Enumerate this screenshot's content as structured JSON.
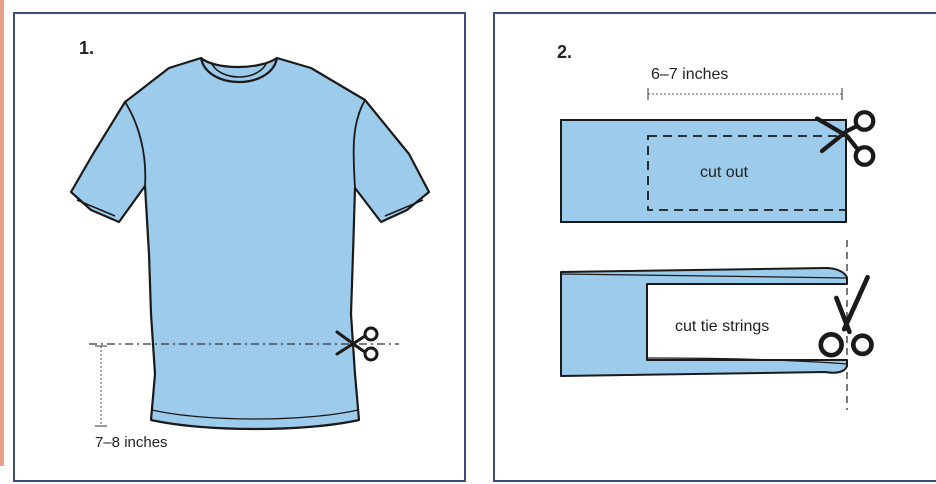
{
  "steps": [
    {
      "number": "1.",
      "measurement_label": "7–8 inches"
    },
    {
      "number": "2.",
      "measurement_label": "6–7 inches",
      "cut_out_label": "cut out",
      "tie_strings_label": "cut tie strings"
    }
  ],
  "colors": {
    "shirt_fill": "#9dcbeb",
    "outline": "#1a1a1a",
    "panel_border": "#3b4f7a"
  },
  "icons": [
    "scissors-icon",
    "scissors-icon",
    "scissors-icon"
  ]
}
